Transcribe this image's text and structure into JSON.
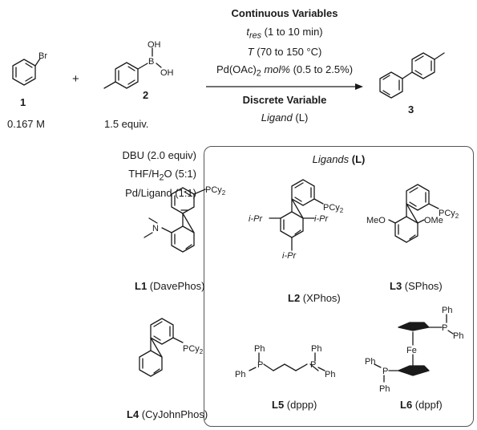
{
  "scheme": {
    "reactant1": {
      "number": "1",
      "atom": "Br",
      "conc": "0.167 M"
    },
    "plus": "+",
    "reactant2": {
      "number": "2",
      "oh_top": "OH",
      "oh_right": "OH",
      "boron": "B",
      "equiv": "1.5 equiv."
    },
    "product": {
      "number": "3"
    },
    "continuous": {
      "title": "Continuous Variables",
      "t_res_symbol": "t",
      "t_res_sub": "res",
      "t_res_range": "(1 to 10 min)",
      "temp_symbol": "T",
      "temp_range": "(70 to 150 °C)",
      "pd_prefix": "Pd(OAc)",
      "pd_sub": "2",
      "pd_mol": "mol%",
      "pd_range": "(0.5 to 2.5%)"
    },
    "discrete": {
      "title": "Discrete Variable",
      "ligand_word": "Ligand",
      "ligand_symbol": "(L)"
    }
  },
  "conditions": {
    "line1": "DBU (2.0 equiv)",
    "line2_a": "THF/H",
    "line2_sub": "2",
    "line2_b": "O (5:1)",
    "line3": "Pd/Ligand (1:1)"
  },
  "ligands": {
    "title_word": "Ligands",
    "title_symbol": "(L)",
    "items": [
      {
        "id": "L1",
        "name": "(DavePhos)"
      },
      {
        "id": "L2",
        "name": "(XPhos)"
      },
      {
        "id": "L3",
        "name": "(SPhos)"
      },
      {
        "id": "L4",
        "name": "(CyJohnPhos)"
      },
      {
        "id": "L5",
        "name": "(dppp)"
      },
      {
        "id": "L6",
        "name": "(dppf)"
      }
    ],
    "atoms": {
      "pcy": "PCy",
      "pcy_sub": "2",
      "ipr": "i-Pr",
      "meo": "MeO",
      "ome": "OMe",
      "n": "N",
      "ph": "Ph",
      "p": "P",
      "fe": "Fe"
    }
  }
}
